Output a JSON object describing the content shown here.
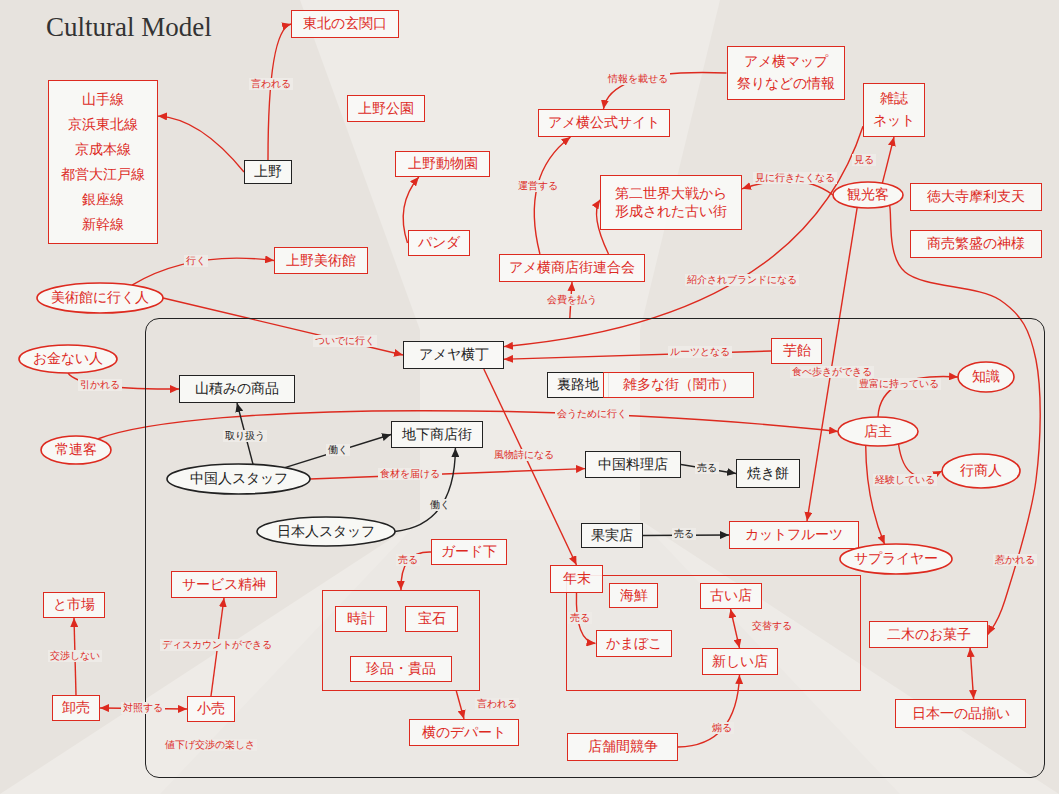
{
  "diagram": {
    "title": "Cultural Model",
    "nodes": [
      {
        "text": [
          "東北の玄関口"
        ]
      },
      {
        "text": [
          "山手線",
          "京浜東北線",
          "京成本線",
          "都営大江戸線",
          "銀座線",
          "新幹線"
        ]
      },
      {
        "text": [
          "上野"
        ]
      },
      {
        "text": [
          "上野公園"
        ]
      },
      {
        "text": [
          "上野動物園"
        ]
      },
      {
        "text": [
          "アメ横マップ",
          "祭りなどの情報"
        ]
      },
      {
        "text": [
          "アメ横公式サイト"
        ]
      },
      {
        "text": [
          "雑誌",
          "ネット"
        ]
      },
      {
        "text": [
          "第二世界大戦から 形成された古い街"
        ]
      },
      {
        "text": [
          "観光客"
        ]
      },
      {
        "text": [
          "徳大寺摩利支天"
        ]
      },
      {
        "text": [
          "商売繁盛の神様"
        ]
      },
      {
        "text": [
          "パンダ"
        ]
      },
      {
        "text": [
          "上野美術館"
        ]
      },
      {
        "text": [
          "美術館に行く人"
        ]
      },
      {
        "text": [
          "アメ横商店街連合会"
        ]
      },
      {
        "text": []
      },
      {
        "text": [
          "お金ない人"
        ]
      },
      {
        "text": [
          "常連客"
        ]
      },
      {
        "text": [
          "と市場"
        ]
      },
      {
        "text": [
          "卸売"
        ]
      },
      {
        "text": [
          "アメヤ横丁"
        ],
        "in": 16
      },
      {
        "text": [
          "芋飴"
        ],
        "in": 16
      },
      {
        "text": [
          "山積みの商品"
        ],
        "in": 16
      },
      {
        "text": [
          "裏路地"
        ],
        "in": 16
      },
      {
        "text": [
          "雑多な街（闇市）"
        ],
        "in": 16
      },
      {
        "text": [
          "知識"
        ],
        "in": 16
      },
      {
        "text": [
          "店主"
        ],
        "in": 16
      },
      {
        "text": [
          "地下商店街"
        ],
        "in": 16
      },
      {
        "text": [
          "中国料理店"
        ],
        "in": 16
      },
      {
        "text": [
          "焼き餅"
        ],
        "in": 16
      },
      {
        "text": [
          "行商人"
        ],
        "in": 16
      },
      {
        "text": [
          "中国人スタッフ"
        ],
        "in": 16
      },
      {
        "text": [
          "日本人スタッフ"
        ],
        "in": 16
      },
      {
        "text": [
          "果実店"
        ],
        "in": 16
      },
      {
        "text": [
          "カットフルーツ"
        ],
        "in": 16
      },
      {
        "text": [
          "ガード下"
        ],
        "in": 16
      },
      {
        "text": [
          "サプライヤー"
        ],
        "in": 16
      },
      {
        "text": [
          "サービス精神"
        ],
        "in": 16
      },
      {
        "text": [
          "年末"
        ],
        "in": 16
      },
      {
        "text": [
          "海鮮"
        ],
        "in": 39
      },
      {
        "text": [
          "古い店"
        ],
        "in": 39
      },
      {
        "text": [
          "かまぼこ"
        ],
        "in": 39
      },
      {
        "text": [
          "新しい店"
        ],
        "in": 39
      },
      {
        "text": [],
        "in": 16
      },
      {
        "text": [
          "時計"
        ],
        "in": 44
      },
      {
        "text": [
          "宝石"
        ],
        "in": 44
      },
      {
        "text": [
          "珍品・貴品"
        ],
        "in": 44
      },
      {
        "text": [
          "二木のお菓子"
        ],
        "in": 16
      },
      {
        "text": [
          "日本一の品揃い"
        ],
        "in": 16
      },
      {
        "text": [
          "小売"
        ],
        "in": 16
      },
      {
        "text": [
          "横のデパート"
        ],
        "in": 16
      },
      {
        "text": [
          "店舗間競争"
        ],
        "in": 16
      }
    ],
    "edges": [
      {
        "from": 2,
        "to": 0,
        "label": "言われる",
        "arrow": "to"
      },
      {
        "from": 2,
        "to": 1,
        "arrow": "to"
      },
      {
        "from": 12,
        "to": 4,
        "arrow": "to"
      },
      {
        "from": 14,
        "to": 13,
        "label": "行く",
        "arrow": "to"
      },
      {
        "from": 14,
        "to": 21,
        "label": "ついでに行く",
        "arrow": "to"
      },
      {
        "from": 5,
        "to": 6,
        "label": "情報を載せる",
        "arrow": "to"
      },
      {
        "from": 15,
        "to": 6,
        "label": "運営する",
        "arrow": "to"
      },
      {
        "from": 15,
        "to": 8,
        "arrow": "to"
      },
      {
        "from": 16,
        "to": 15,
        "label": "会費を払う",
        "arrow": "to"
      },
      {
        "from": 9,
        "to": 7,
        "label": "見る",
        "arrow": "to"
      },
      {
        "from": 9,
        "to": 8,
        "label": "見に行きたくなる",
        "arrow": "to"
      },
      {
        "from": 7,
        "to": 21,
        "label": "紹介されブランドになる",
        "arrow": "to"
      },
      {
        "from": 22,
        "to": 21,
        "label": "ルーツとなる",
        "arrow": "to"
      },
      {
        "from": 9,
        "to": 35,
        "label": "食べ歩きができる",
        "arrow": "to"
      },
      {
        "from": 9,
        "to": 48,
        "label": "惹かれる",
        "arrow": "to"
      },
      {
        "from": 48,
        "to": 49,
        "arrow": "both"
      },
      {
        "from": 27,
        "to": 26,
        "label": "豊富に持っている",
        "arrow": "to"
      },
      {
        "from": 27,
        "to": 31,
        "label": "経験している",
        "arrow": "to"
      },
      {
        "from": 27,
        "to": 37,
        "arrow": "to"
      },
      {
        "from": 18,
        "to": 27,
        "label": "会うために行く",
        "arrow": "to"
      },
      {
        "from": 17,
        "to": 23,
        "label": "引かれる",
        "arrow": "to"
      },
      {
        "from": 32,
        "to": 23,
        "label": "取り扱う",
        "arrow": "to"
      },
      {
        "from": 32,
        "to": 28,
        "label": "働く",
        "arrow": "to"
      },
      {
        "from": 32,
        "to": 29,
        "label": "食材を届ける",
        "arrow": "to"
      },
      {
        "from": 33,
        "to": 28,
        "label": "働く",
        "arrow": "to"
      },
      {
        "from": 29,
        "to": 30,
        "label": "売る",
        "arrow": "to"
      },
      {
        "from": 34,
        "to": 35,
        "label": "売る",
        "arrow": "to"
      },
      {
        "from": 21,
        "to": 39,
        "label": "風物詩になる",
        "arrow": "to"
      },
      {
        "from": 39,
        "to": 42,
        "label": "売る",
        "arrow": "to"
      },
      {
        "from": 41,
        "to": 43,
        "label": "交替する",
        "arrow": "both"
      },
      {
        "from": 52,
        "to": 43,
        "label": "煽る",
        "arrow": "to"
      },
      {
        "from": 36,
        "to": 44,
        "label": "売る",
        "arrow": "to"
      },
      {
        "from": 44,
        "to": 51,
        "label": "言われる",
        "arrow": "to"
      },
      {
        "from": 50,
        "to": 38,
        "label": "ディスカウントができる",
        "arrow": "to"
      },
      {
        "from": 20,
        "to": 19,
        "label": "交渉しない",
        "arrow": "to"
      },
      {
        "from": 20,
        "to": 50,
        "label": "対照する",
        "arrow": "both"
      }
    ],
    "labels": [
      "値下げ交渉の楽しさ"
    ]
  }
}
